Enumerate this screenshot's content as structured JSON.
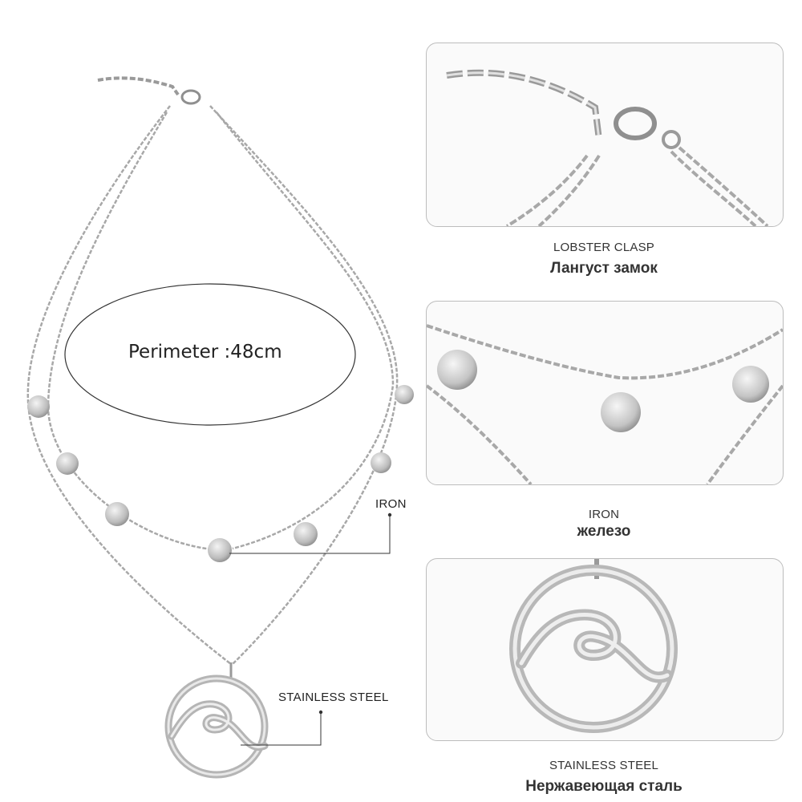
{
  "main": {
    "perimeter_label": "Perimeter :48cm",
    "callout_iron": "IRON",
    "callout_steel": "STAINLESS STEEL"
  },
  "panels": [
    {
      "caption_en": "LOBSTER CLASP",
      "caption_ru": "Лангуст замок"
    },
    {
      "caption_en": "IRON",
      "caption_ru": "железо"
    },
    {
      "caption_en": "STAINLESS STEEL",
      "caption_ru": "Нержавеющая сталь"
    }
  ],
  "colors": {
    "metal": "#9a9a9a",
    "metal_light": "#e6e6e6",
    "outline": "#bdbdbd"
  }
}
